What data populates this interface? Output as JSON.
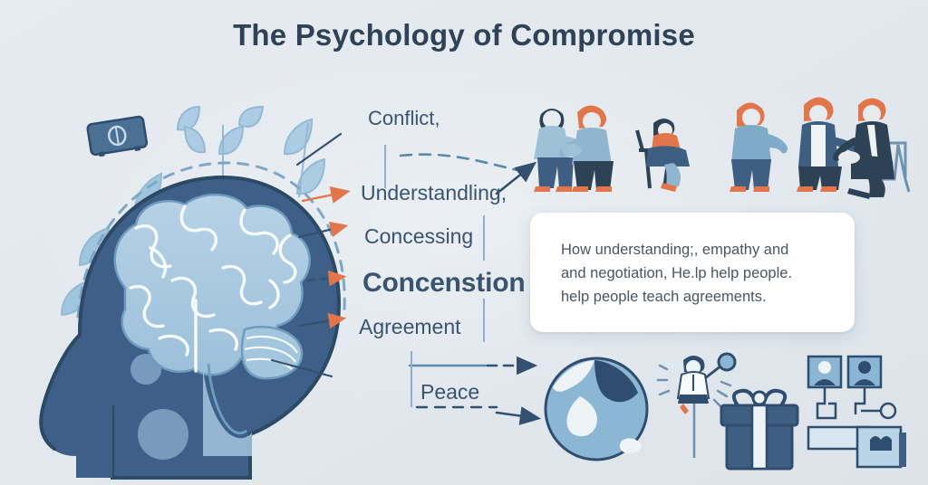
{
  "title": "The Psychology of Compromise",
  "background": {
    "base_color": "#e2e8ee",
    "accent_color": "#e2764b",
    "ink_color": "#3a5470",
    "deep_color": "#3b5a80"
  },
  "labels": [
    {
      "id": "conflict",
      "text": "Conflict,",
      "emphasis": "normal"
    },
    {
      "id": "understanding",
      "text": "Understandling,",
      "emphasis": "normal"
    },
    {
      "id": "concessing",
      "text": "Concessing",
      "emphasis": "normal"
    },
    {
      "id": "concenstion",
      "text": "Concenstion",
      "emphasis": "bold"
    },
    {
      "id": "agreement",
      "text": "Agreement",
      "emphasis": "normal"
    },
    {
      "id": "peace",
      "text": "Peace",
      "emphasis": "normal"
    }
  ],
  "card": {
    "line1": "How understanding;, empathy and",
    "line2": "and negotiation, He.lp help people.",
    "line3": "help people teach agreements."
  },
  "illustration": {
    "head": "head-brain-silhouette",
    "halo": "dashed-arc-halo",
    "leaves": "leaf-sprigs",
    "banknote": "banknote-icon"
  },
  "people_scene": {
    "caption": "negotiation-people-row",
    "figures": [
      "handshake-pair",
      "seated-person",
      "standing-speaker",
      "handshake-with-seated-person"
    ]
  },
  "icon_scene": {
    "caption": "outcome-icons-row",
    "icons": [
      "globe-icon",
      "person-with-key-icon",
      "gift-box-icon",
      "avatar-diagram-icon"
    ]
  }
}
